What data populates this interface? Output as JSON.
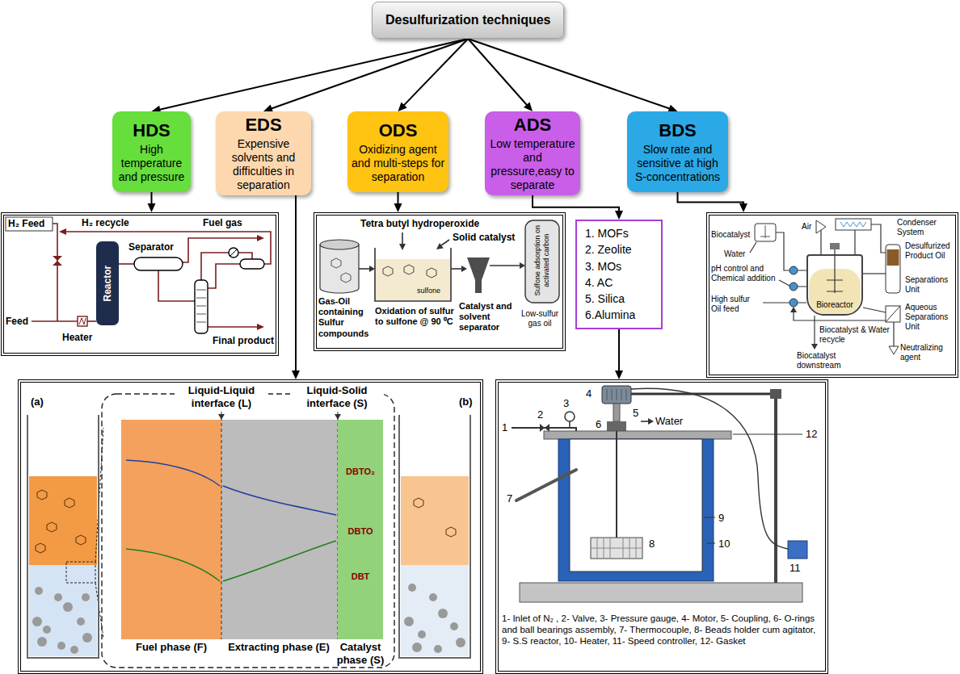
{
  "diagram": {
    "nodes": [
      {
        "text": [
          "Desulfurization techniques"
        ]
      },
      {
        "text": [
          "HDS",
          "High temperature and pressure"
        ]
      },
      {
        "text": [
          "EDS",
          "Expensive solvents and difficulties in separation"
        ]
      },
      {
        "text": [
          "ODS",
          "Oxidizing agent and multi-steps for separation"
        ]
      },
      {
        "text": [
          "ADS",
          "Low temperature and pressure,easy to separate"
        ]
      },
      {
        "text": [
          "BDS",
          "Slow rate and sensitive at high S-concentrations"
        ]
      },
      {
        "text": [
          "H₂ Feed",
          "H₂ recycle",
          "Fuel gas",
          "Separator",
          "Feed",
          "Heater",
          "Final product"
        ]
      },
      {
        "text": [
          "Reactor"
        ],
        "in": 6
      },
      {
        "text": [
          "Tetra butyl hydroperoxide",
          "Solid catalyst",
          "Gas-Oil containing Sulfur compounds",
          "sulfone",
          "Oxidation of sulfur to sulfone @ 90 ⁰C",
          "Catalyst and solvent separator",
          "Sulfone adsorption on activated carbon",
          "Low-sulfur gas oil"
        ]
      },
      {
        "text": [
          "1. MOFs",
          "2. Zeolite",
          "3. MOs",
          "4. AC",
          "5. Silica",
          "6.Alumina"
        ]
      },
      {
        "text": [
          "Biocatalyst",
          "Air",
          "Condenser System",
          "Water",
          "Desulfurized Product Oil",
          "pH control and Chemical addition",
          "Separations Unit",
          "High sulfur Oil feed",
          "Aqueous Separations Unit",
          "Biocatalyst & Water recycle",
          "Neutralizing agent",
          "Biocatalyst downstream"
        ]
      },
      {
        "text": [
          "Bioreactor"
        ],
        "in": 10
      },
      {
        "text": [
          "(a)",
          "Liquid-Liquid interface (L)",
          "Liquid-Solid interface (S)",
          "(b)",
          "Fuel phase (F)",
          "Extracting phase (E)",
          "Catalyst phase (S)"
        ]
      },
      {
        "text": [
          "DBTO₂",
          "DBTO",
          "DBT"
        ],
        "in": 12
      },
      {
        "text": [
          "4",
          "1",
          "2",
          "3",
          "6",
          "5",
          "Water",
          "7",
          "8",
          "9",
          "10",
          "12",
          "11",
          "1- Inlet of N₂ , 2- Valve, 3- Pressure gauge, 4- Motor, 5- Coupling, 6- O-rings and ball bearings assembly, 7- Thermocouple, 8- Beads holder cum agitator, 9- S.S reactor, 10- Heater, 11- Speed controller, 12- Gasket"
        ]
      }
    ],
    "edges": [
      {
        "from": 0,
        "to": 1,
        "arrow": "to"
      },
      {
        "from": 0,
        "to": 2,
        "arrow": "to"
      },
      {
        "from": 0,
        "to": 3,
        "arrow": "to"
      },
      {
        "from": 0,
        "to": 4,
        "arrow": "to"
      },
      {
        "from": 0,
        "to": 5,
        "arrow": "to"
      },
      {
        "from": 1,
        "to": 6,
        "arrow": "to"
      },
      {
        "from": 2,
        "to": 12,
        "arrow": "to"
      },
      {
        "from": 3,
        "to": 8,
        "arrow": "to"
      },
      {
        "from": 4,
        "to": 9,
        "arrow": "to"
      },
      {
        "from": 5,
        "to": 10,
        "arrow": "to"
      },
      {
        "from": 9,
        "to": 14,
        "arrow": "to"
      }
    ]
  }
}
